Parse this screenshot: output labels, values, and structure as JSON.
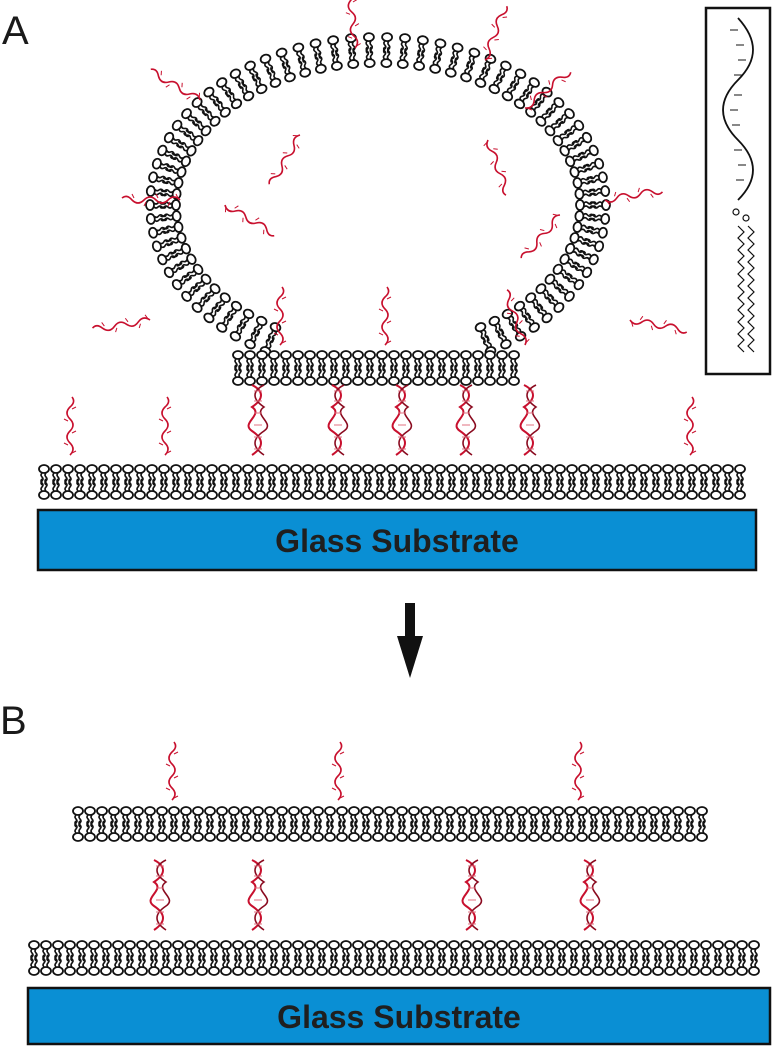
{
  "panels": [
    {
      "letter": "A",
      "substrate_label": "Glass Substrate"
    },
    {
      "letter": "B",
      "substrate_label": "Glass Substrate"
    }
  ],
  "colors": {
    "substrate": "#0a8fd4",
    "lipid_outline": "#111111",
    "dna": "#c8102e",
    "arrow": "#111111"
  }
}
